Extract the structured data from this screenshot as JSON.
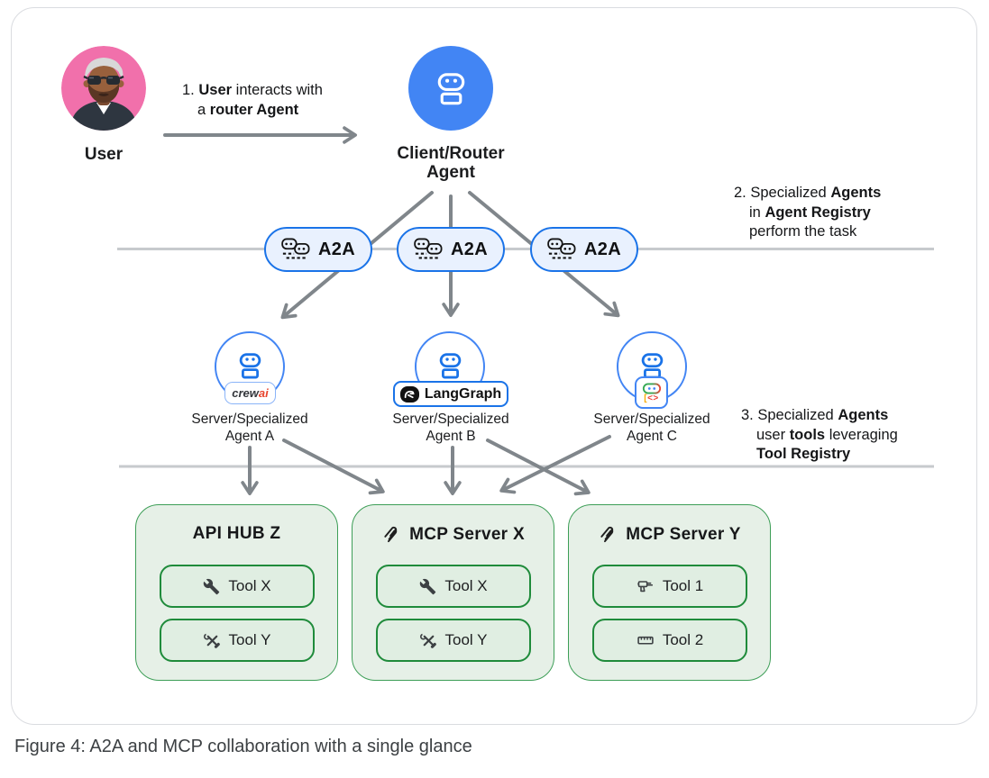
{
  "figure": {
    "caption": "Figure 4: A2A and MCP collaboration with a single glance"
  },
  "user": {
    "label": "User"
  },
  "client_agent": {
    "label": "Client/Router\nAgent"
  },
  "steps": {
    "step1": [
      [
        {
          "t": "1. "
        },
        {
          "t": "User",
          "b": true
        },
        {
          "t": " interacts with"
        }
      ],
      [
        {
          "t": "a "
        },
        {
          "t": "router Agent",
          "b": true
        }
      ]
    ],
    "step2": [
      [
        {
          "t": "2. Specialized "
        },
        {
          "t": "Agents",
          "b": true
        }
      ],
      [
        {
          "t": "in "
        },
        {
          "t": "Agent Registry",
          "b": true
        }
      ],
      [
        {
          "t": "perform the task"
        }
      ]
    ],
    "step3": [
      [
        {
          "t": "3. Specialized "
        },
        {
          "t": "Agents",
          "b": true
        }
      ],
      [
        {
          "t": "user "
        },
        {
          "t": "tools",
          "b": true
        },
        {
          "t": " leveraging"
        }
      ],
      [
        {
          "t": "Tool Registry",
          "b": true
        }
      ]
    ]
  },
  "a2a": [
    "A2A",
    "A2A",
    "A2A"
  ],
  "agents": [
    {
      "label": "Server/Specialized\nAgent A",
      "framework": "crewai",
      "badge": {
        "dark": "crew",
        "red": "ai"
      }
    },
    {
      "label": "Server/Specialized\nAgent B",
      "framework": "LangGraph",
      "badge_label": "LangGraph"
    },
    {
      "label": "Server/Specialized\nAgent C",
      "framework": "ADK",
      "badge_code": {
        "bracket": "[",
        "angles": "<>"
      }
    }
  ],
  "tool_boxes": [
    {
      "title": "API HUB Z",
      "icon": "none",
      "tools": [
        {
          "icon": "wrench",
          "label": "Tool X"
        },
        {
          "icon": "crossed-tools",
          "label": "Tool Y"
        }
      ]
    },
    {
      "title": "MCP Server X",
      "icon": "mcp",
      "tools": [
        {
          "icon": "wrench",
          "label": "Tool X"
        },
        {
          "icon": "crossed-tools",
          "label": "Tool Y"
        }
      ]
    },
    {
      "title": "MCP Server Y",
      "icon": "mcp",
      "tools": [
        {
          "icon": "drill",
          "label": "Tool 1"
        },
        {
          "icon": "ruler",
          "label": "Tool 2"
        }
      ]
    }
  ],
  "colors": {
    "agent_blue": "#4285f4",
    "accent_blue": "#1a73e8",
    "badge_fill": "#e9f1fe",
    "avatar_pink": "#f170ab",
    "arrow_gray": "#80868b",
    "registry_line_gray": "#c7cacd",
    "box_green_fill": "#e6f0e7",
    "box_green_border": "#3d9e57",
    "tool_green_fill": "#e0eee2",
    "tool_green_border": "#1f8b3b"
  }
}
